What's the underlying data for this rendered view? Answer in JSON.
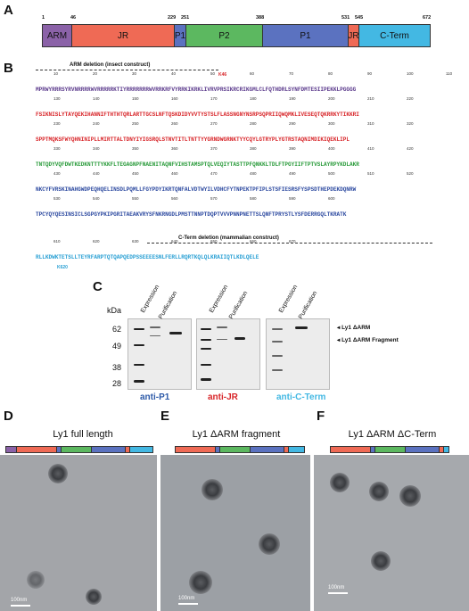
{
  "panels": {
    "a": "A",
    "b": "B",
    "c": "C",
    "d": "D",
    "e": "E",
    "f": "F"
  },
  "domain_bar": {
    "positions": [
      "1",
      "46",
      "229",
      "251",
      "388",
      "531",
      "545",
      "672"
    ],
    "domains": [
      {
        "label": "ARM",
        "color": "#8b62a8"
      },
      {
        "label": "JR",
        "color": "#ef6a55"
      },
      {
        "label": "P1",
        "color": "#5b72c0"
      },
      {
        "label": "P2",
        "color": "#5cb860"
      },
      {
        "label": "P1",
        "color": "#5b72c0"
      },
      {
        "label": "JR",
        "color": "#ef6a55"
      },
      {
        "label": "C-Term",
        "color": "#43b8e3"
      }
    ]
  },
  "sequence": {
    "arm_deletion": "ARM deletion (insect construct)",
    "cterm_deletion": "C-Term deletion (mammalian construct)",
    "k46": "K46",
    "k620": "K620",
    "lines": [
      {
        "nums": [
          "10",
          "20",
          "30",
          "40",
          "50",
          "60",
          "70",
          "80",
          "90",
          "100",
          "110"
        ],
        "seq": "MPRWYRRRSYRVNRRRRWVRRRRRKTIYRRRRRRRWVRRKRFVYRRKIKRKLIVRVPRSIKRCRIKGMLCLFQTHDRLSYNFDMTESIIPEKKLPGGGG"
      },
      {
        "nums": [
          "130",
          "140",
          "150",
          "160",
          "170",
          "180",
          "190",
          "200",
          "210",
          "220"
        ],
        "seq": "FSIKNISLYTAYQEKIHANNIFTHTHTQRLARTTGCSLNFTQSKDIDYVVTYSTSLFLASSNGNYNSRPSQPRIIQWQMKLIVESEQTQKRRKYTIKKRI"
      },
      {
        "nums": [
          "230",
          "240",
          "250",
          "260",
          "270",
          "280",
          "290",
          "300",
          "310",
          "320"
        ],
        "seq": "SPPTMQKSFWYQHNINIPLLMIRTTALTDNYIYIGSRQLSTNVTITLTNTTYYGRNDWGRNKTYYCQYLGTRYPLYGTRSTAQNIMDIKIQEKLIPL"
      },
      {
        "nums": [
          "330",
          "340",
          "350",
          "360",
          "370",
          "380",
          "390",
          "400",
          "410",
          "420"
        ],
        "seq": "TNTQDYVQFDWTKEDKNTTTYKKFLTEGAGNPFNAENITAQNFVIHSTAMSPTQLVEQIYTASTTPFQNKKLTDLFTPGYIIFTPTVSLAYRPYKDLAKR"
      },
      {
        "nums": [
          "430",
          "440",
          "450",
          "460",
          "470",
          "480",
          "490",
          "500",
          "510",
          "520"
        ],
        "seq": "NKCYFVRSKINAHGWDPEQHQELINSDLPQMLLFGYPDYIKRTQNFALVDTWYILVDHCFYTNPEKTPFIPLSTSFIESRSFYSPSDTHEPDEKDQNRW"
      },
      {
        "nums": [
          "530",
          "540",
          "550",
          "560",
          "570",
          "580",
          "590",
          "600"
        ],
        "seq": "TPCYQYQESINSICLSGPGYPKIPGRITAEAKVRYSFNKRNGDLPMSTTNNPTDQPTVVVPNNPNETTSLQNFTPRYSTLYSFDERRGQLTKRATK"
      },
      {
        "nums": [
          "610",
          "620",
          "630",
          "640",
          "650",
          "660",
          "670"
        ],
        "seq": "RLLKDWKTETSLLTEYRFARPTQTQAPQEDPSSEEEESNLFERLLRQRTKQLQLKRAIIQTLKDLQELE"
      }
    ]
  },
  "blots": {
    "kda_title": "kDa",
    "kda_marks": [
      "62",
      "49",
      "38",
      "28"
    ],
    "lanes": [
      "Expression",
      "Purification"
    ],
    "captions": [
      {
        "text": "anti-P1",
        "color": "#2d5aa8"
      },
      {
        "text": "anti-JR",
        "color": "#d8262a"
      },
      {
        "text": "anti-C-Term",
        "color": "#43b8e3"
      }
    ],
    "legend": [
      "Ly1 ΔARM",
      "Ly1 ΔARM Fragment"
    ]
  },
  "em": {
    "titles": [
      "Ly1 full length",
      "Ly1 ΔARM fragment",
      "Ly1 ΔARM ΔC-Term"
    ],
    "scale": "100nm"
  }
}
